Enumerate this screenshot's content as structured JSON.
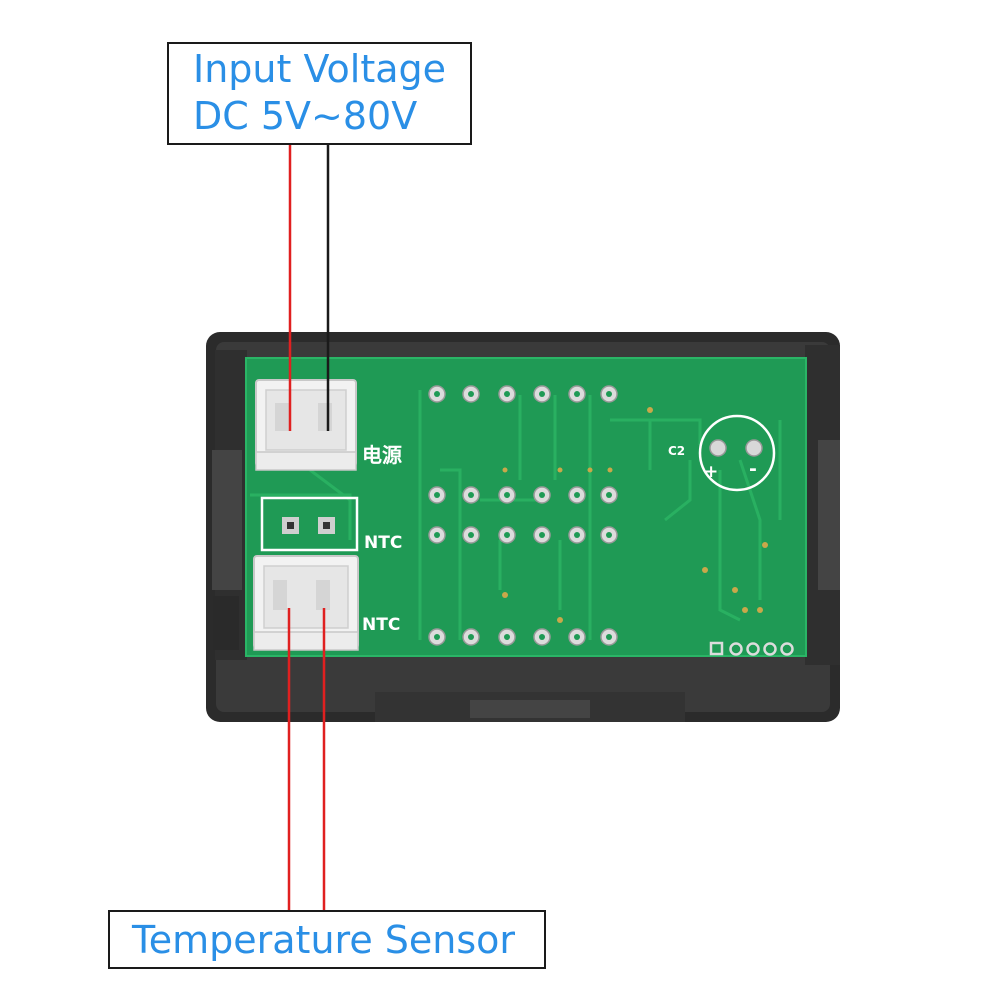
{
  "labels": {
    "input_line1": "Input Voltage",
    "input_line2": "DC 5V~80V",
    "sensor": "Temperature Sensor"
  },
  "silkscreen": {
    "power": "电源",
    "ntc_upper": "NTC",
    "ntc_lower": "NTC",
    "cap": "C2",
    "plus": "+",
    "minus": "-"
  },
  "colors": {
    "label_text": "#2a8fe6",
    "wire_red": "#e02020",
    "wire_black": "#1a1a1a",
    "pcb": "#1f9a55",
    "housing": "#2b2b2b",
    "connector": "#f2f2f2"
  }
}
